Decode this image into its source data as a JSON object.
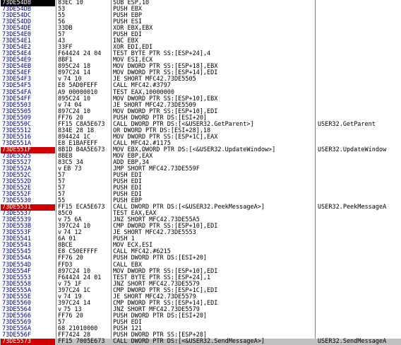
{
  "rows": [
    {
      "addr": "73DE54D8",
      "mark": "",
      "hex": "83EC 10",
      "asm": "SUB ESP,10",
      "cmt": "",
      "state": "cur"
    },
    {
      "addr": "73DE54DB",
      "mark": "",
      "hex": "53",
      "asm": "PUSH EBX",
      "cmt": "",
      "state": ""
    },
    {
      "addr": "73DE54DC",
      "mark": "",
      "hex": "55",
      "asm": "PUSH EBP",
      "cmt": "",
      "state": ""
    },
    {
      "addr": "73DE54DD",
      "mark": "",
      "hex": "56",
      "asm": "PUSH ESI",
      "cmt": "",
      "state": ""
    },
    {
      "addr": "73DE54DE",
      "mark": "",
      "hex": "33DB",
      "asm": "XOR EBX,EBX",
      "cmt": "",
      "state": ""
    },
    {
      "addr": "73DE54E0",
      "mark": "",
      "hex": "57",
      "asm": "PUSH EDI",
      "cmt": "",
      "state": ""
    },
    {
      "addr": "73DE54E1",
      "mark": "",
      "hex": "43",
      "asm": "INC EBX",
      "cmt": "",
      "state": ""
    },
    {
      "addr": "73DE54E2",
      "mark": "",
      "hex": "33FF",
      "asm": "XOR EDI,EDI",
      "cmt": "",
      "state": ""
    },
    {
      "addr": "73DE54E4",
      "mark": "",
      "hex": "F64424 24 04",
      "asm": "TEST BYTE PTR SS:[ESP+24],4",
      "cmt": "",
      "state": ""
    },
    {
      "addr": "73DE54E9",
      "mark": "",
      "hex": "8BF1",
      "asm": "MOV ESI,ECX",
      "cmt": "",
      "state": ""
    },
    {
      "addr": "73DE54EB",
      "mark": "",
      "hex": "895C24 18",
      "asm": "MOV DWORD PTR SS:[ESP+18],EBX",
      "cmt": "",
      "state": ""
    },
    {
      "addr": "73DE54EF",
      "mark": "",
      "hex": "897C24 14",
      "asm": "MOV DWORD PTR SS:[ESP+14],EDI",
      "cmt": "",
      "state": ""
    },
    {
      "addr": "73DE54F3",
      "mark": "v",
      "hex": "74 10",
      "asm": "JE SHORT MFC42.73DE5505",
      "cmt": "",
      "state": ""
    },
    {
      "addr": "73DE54F5",
      "mark": "",
      "hex": "E8 5AD0FEFF",
      "asm": "CALL MFC42.#3797",
      "cmt": "",
      "state": ""
    },
    {
      "addr": "73DE54FA",
      "mark": "",
      "hex": "A9 00000010",
      "asm": "TEST EAX,10000000",
      "cmt": "",
      "state": ""
    },
    {
      "addr": "73DE54FF",
      "mark": "",
      "hex": "895C24 10",
      "asm": "MOV DWORD PTR SS:[ESP+10],EBX",
      "cmt": "",
      "state": ""
    },
    {
      "addr": "73DE5503",
      "mark": "v",
      "hex": "74 04",
      "asm": "JE SHORT MFC42.73DE5509",
      "cmt": "",
      "state": ""
    },
    {
      "addr": "73DE5505",
      "mark": "",
      "hex": "897C24 10",
      "asm": "MOV DWORD PTR SS:[ESP+10],EDI",
      "cmt": "",
      "state": ""
    },
    {
      "addr": "73DE5509",
      "mark": "",
      "hex": "FF76 20",
      "asm": "PUSH DWORD PTR DS:[ESI+20]",
      "cmt": "",
      "state": ""
    },
    {
      "addr": "73DE550C",
      "mark": "",
      "hex": "FF15 C8A5E673",
      "asm": "CALL DWORD PTR DS:[<&USER32.GetParent>]",
      "cmt": "USER32.GetParent",
      "state": ""
    },
    {
      "addr": "73DE5512",
      "mark": "",
      "hex": "834E 28 18",
      "asm": "OR DWORD PTR DS:[ESI+28],18",
      "cmt": "",
      "state": ""
    },
    {
      "addr": "73DE5516",
      "mark": "",
      "hex": "894424 1C",
      "asm": "MOV DWORD PTR SS:[ESP+1C],EAX",
      "cmt": "",
      "state": ""
    },
    {
      "addr": "73DE551A",
      "mark": "",
      "hex": "E8 E1BAFEFF",
      "asm": "CALL MFC42.#1175",
      "cmt": "",
      "state": ""
    },
    {
      "addr": "73DE551F",
      "mark": "",
      "hex": "8B1D B4A5E673",
      "asm": "MOV EBX,DWORD PTR DS:[<&USER32.UpdateWindow>]",
      "cmt": "USER32.UpdateWindow",
      "state": "bp"
    },
    {
      "addr": "73DE5525",
      "mark": "",
      "hex": "8BE8",
      "asm": "MOV EBP,EAX",
      "cmt": "",
      "state": ""
    },
    {
      "addr": "73DE5527",
      "mark": "",
      "hex": "83C5 34",
      "asm": "ADD EBP,34",
      "cmt": "",
      "state": ""
    },
    {
      "addr": "73DE552A",
      "mark": "v",
      "hex": "EB 73",
      "asm": "JMP SHORT MFC42.73DE559F",
      "cmt": "",
      "state": ""
    },
    {
      "addr": "73DE552C",
      "mark": "",
      "hex": "57",
      "asm": "PUSH EDI",
      "cmt": "",
      "state": ""
    },
    {
      "addr": "73DE552D",
      "mark": "",
      "hex": "57",
      "asm": "PUSH EDI",
      "cmt": "",
      "state": ""
    },
    {
      "addr": "73DE552E",
      "mark": "",
      "hex": "57",
      "asm": "PUSH EDI",
      "cmt": "",
      "state": ""
    },
    {
      "addr": "73DE552F",
      "mark": "",
      "hex": "57",
      "asm": "PUSH EDI",
      "cmt": "",
      "state": ""
    },
    {
      "addr": "73DE5530",
      "mark": "",
      "hex": "55",
      "asm": "PUSH EBP",
      "cmt": "",
      "state": ""
    },
    {
      "addr": "73DE5531",
      "mark": "",
      "hex": "FF15 ECA5E673",
      "asm": "CALL DWORD PTR DS:[<&USER32.PeekMessageA>]",
      "cmt": "USER32.PeekMessageA",
      "state": "bp"
    },
    {
      "addr": "73DE5537",
      "mark": "",
      "hex": "85C0",
      "asm": "TEST EAX,EAX",
      "cmt": "",
      "state": ""
    },
    {
      "addr": "73DE5539",
      "mark": "v",
      "hex": "75 6A",
      "asm": "JNZ SHORT MFC42.73DE55A5",
      "cmt": "",
      "state": ""
    },
    {
      "addr": "73DE553B",
      "mark": "",
      "hex": "397C24 10",
      "asm": "CMP DWORD PTR SS:[ESP+10],EDI",
      "cmt": "",
      "state": ""
    },
    {
      "addr": "73DE553F",
      "mark": "v",
      "hex": "74 12",
      "asm": "JE SHORT MFC42.73DE5553",
      "cmt": "",
      "state": ""
    },
    {
      "addr": "73DE5541",
      "mark": "",
      "hex": "6A 01",
      "asm": "PUSH 1",
      "cmt": "",
      "state": ""
    },
    {
      "addr": "73DE5543",
      "mark": "",
      "hex": "8BCE",
      "asm": "MOV ECX,ESI",
      "cmt": "",
      "state": ""
    },
    {
      "addr": "73DE5545",
      "mark": "",
      "hex": "E8 C50EFFFF",
      "asm": "CALL MFC42.#6215",
      "cmt": "",
      "state": ""
    },
    {
      "addr": "73DE554A",
      "mark": "",
      "hex": "FF76 20",
      "asm": "PUSH DWORD PTR DS:[ESI+20]",
      "cmt": "",
      "state": ""
    },
    {
      "addr": "73DE554D",
      "mark": "",
      "hex": "FFD3",
      "asm": "CALL EBX",
      "cmt": "",
      "state": ""
    },
    {
      "addr": "73DE554F",
      "mark": "",
      "hex": "897C24 10",
      "asm": "MOV DWORD PTR SS:[ESP+10],EDI",
      "cmt": "",
      "state": ""
    },
    {
      "addr": "73DE5553",
      "mark": "",
      "hex": "F64424 24 01",
      "asm": "TEST BYTE PTR SS:[ESP+24],1",
      "cmt": "",
      "state": ""
    },
    {
      "addr": "73DE5558",
      "mark": "v",
      "hex": "75 1F",
      "asm": "JNZ SHORT MFC42.73DE5579",
      "cmt": "",
      "state": ""
    },
    {
      "addr": "73DE555A",
      "mark": "",
      "hex": "397C24 1C",
      "asm": "CMP DWORD PTR SS:[ESP+1C],EDI",
      "cmt": "",
      "state": ""
    },
    {
      "addr": "73DE555E",
      "mark": "v",
      "hex": "74 19",
      "asm": "JE SHORT MFC42.73DE5579",
      "cmt": "",
      "state": ""
    },
    {
      "addr": "73DE5560",
      "mark": "",
      "hex": "397C24 14",
      "asm": "CMP DWORD PTR SS:[ESP+14],EDI",
      "cmt": "",
      "state": ""
    },
    {
      "addr": "73DE5564",
      "mark": "v",
      "hex": "75 13",
      "asm": "JNZ SHORT MFC42.73DE5579",
      "cmt": "",
      "state": ""
    },
    {
      "addr": "73DE5566",
      "mark": "",
      "hex": "FF76 20",
      "asm": "PUSH DWORD PTR DS:[ESI+20]",
      "cmt": "",
      "state": ""
    },
    {
      "addr": "73DE5569",
      "mark": "",
      "hex": "57",
      "asm": "PUSH EDI",
      "cmt": "",
      "state": ""
    },
    {
      "addr": "73DE556A",
      "mark": "",
      "hex": "68 21010000",
      "asm": "PUSH 121",
      "cmt": "",
      "state": ""
    },
    {
      "addr": "73DE556F",
      "mark": "",
      "hex": "FF7424 28",
      "asm": "PUSH DWORD PTR SS:[ESP+28]",
      "cmt": "",
      "state": ""
    },
    {
      "addr": "73DE5573",
      "mark": "",
      "hex": "FF15 7005E673",
      "asm": "CALL DWORD PTR DS:[<&USER32.SendMessageA>]",
      "cmt": "USER32.SendMessageA",
      "state": "sel"
    }
  ]
}
